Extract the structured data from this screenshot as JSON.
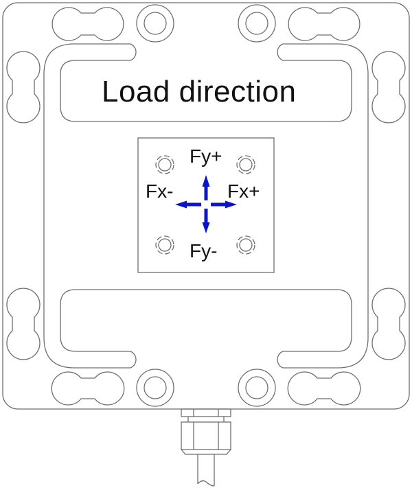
{
  "diagram": {
    "title": "Load direction",
    "labels": {
      "fy_plus": "Fy+",
      "fy_minus": "Fy-",
      "fx_minus": "Fx-",
      "fx_plus": "Fx+"
    },
    "colors": {
      "outline": "#6e6e6e",
      "arrow": "#0a14c8",
      "text": "#111111",
      "background": "#ffffff"
    },
    "components": [
      "outer-plate",
      "mounting-slots",
      "mounting-holes",
      "flexure-slots",
      "center-loading-plate",
      "cable-gland",
      "cable"
    ]
  }
}
